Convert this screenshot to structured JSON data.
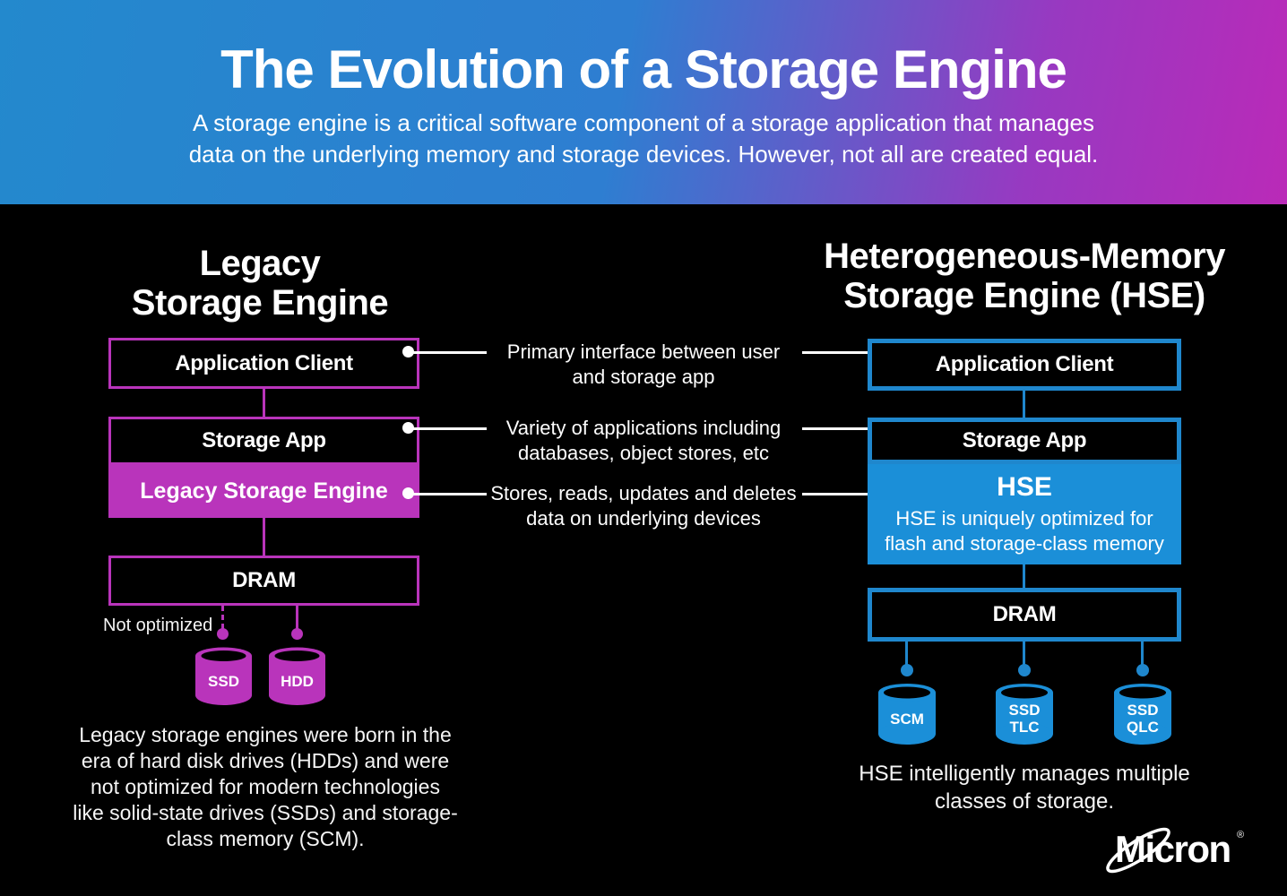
{
  "header": {
    "title": "The Evolution of a Storage Engine",
    "subtitle_line1": "A storage engine is a critical software component of a storage application that manages",
    "subtitle_line2": "data on the underlying memory and storage devices. However, not all are created equal.",
    "gradient_left": "#2389cd",
    "gradient_right": "#ba2ab8"
  },
  "legacy": {
    "accent": "#b934bb",
    "title_line1": "Legacy",
    "title_line2": "Storage Engine",
    "application_client_label": "Application Client",
    "storage_app_label": "Storage App",
    "engine_label": "Legacy Storage Engine",
    "dram_label": "DRAM",
    "not_optimized_label": "Not optimized",
    "devices": [
      {
        "line1": "SSD"
      },
      {
        "line1": "HDD"
      }
    ],
    "caption": "Legacy storage engines were born in the era of hard disk drives (HDDs) and were not optimized for modern technologies like solid-state drives (SSDs) and storage-class memory (SCM)."
  },
  "hse": {
    "accent": "#1b8fd8",
    "accent_border": "#1f87cd",
    "title_line1": "Heterogeneous-Memory",
    "title_line2": "Storage Engine (HSE)",
    "application_client_label": "Application Client",
    "storage_app_label": "Storage App",
    "engine_title": "HSE",
    "engine_sub_line1": "HSE is uniquely optimized for",
    "engine_sub_line2": "flash and storage-class memory",
    "dram_label": "DRAM",
    "devices": [
      {
        "line1": "SCM"
      },
      {
        "line1": "SSD",
        "line2": "TLC"
      },
      {
        "line1": "SSD",
        "line2": "QLC"
      }
    ],
    "caption_line1": "HSE intelligently manages multiple",
    "caption_line2": "classes of storage."
  },
  "annotations": [
    {
      "line1": "Primary interface between user",
      "line2": "and storage app"
    },
    {
      "line1": "Variety of applications including",
      "line2": "databases, object stores, etc"
    },
    {
      "line1": "Stores, reads, updates and deletes",
      "line2": "data on underlying devices"
    }
  ],
  "footer": {
    "brand": "Micron",
    "registered_mark": "®"
  }
}
